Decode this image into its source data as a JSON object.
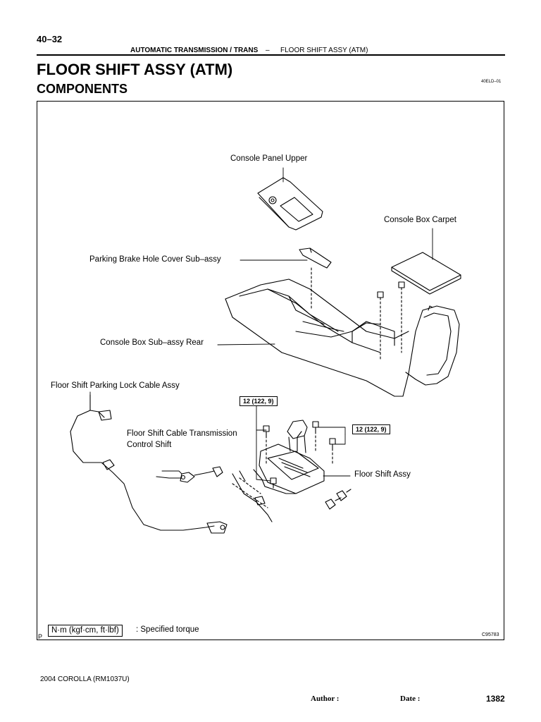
{
  "header": {
    "page_number": "40–32",
    "section": "AUTOMATIC TRANSMISSION / TRANS",
    "separator": "–",
    "subsection": "FLOOR SHIFT ASSY (ATM)"
  },
  "title": "FLOOR SHIFT ASSY (ATM)",
  "subtitle": "COMPONENTS",
  "doc_code": "40ELD–01",
  "diagram": {
    "labels": {
      "console_panel_upper": "Console Panel Upper",
      "console_box_carpet": "Console Box Carpet",
      "parking_brake_hole_cover": "Parking Brake Hole Cover Sub–assy",
      "console_box_rear": "Console Box Sub–assy Rear",
      "parking_lock_cable": "Floor Shift Parking Lock Cable Assy",
      "cable_transmission_line1": "Floor Shift Cable Transmission",
      "cable_transmission_line2": "Control Shift",
      "floor_shift_assy": "Floor Shift Assy"
    },
    "torque_1": "12 (122, 9)",
    "torque_2": "12 (122, 9)",
    "legend_units": "N·m (kgf·cm, ft·lbf)",
    "legend_text": ": Specified torque",
    "p_mark": "P",
    "figure_code": "C95783"
  },
  "footer": {
    "model": "2004 COROLLA   (RM1037U)",
    "author_label": "Author :",
    "date_label": "Date :",
    "page": "1382"
  }
}
